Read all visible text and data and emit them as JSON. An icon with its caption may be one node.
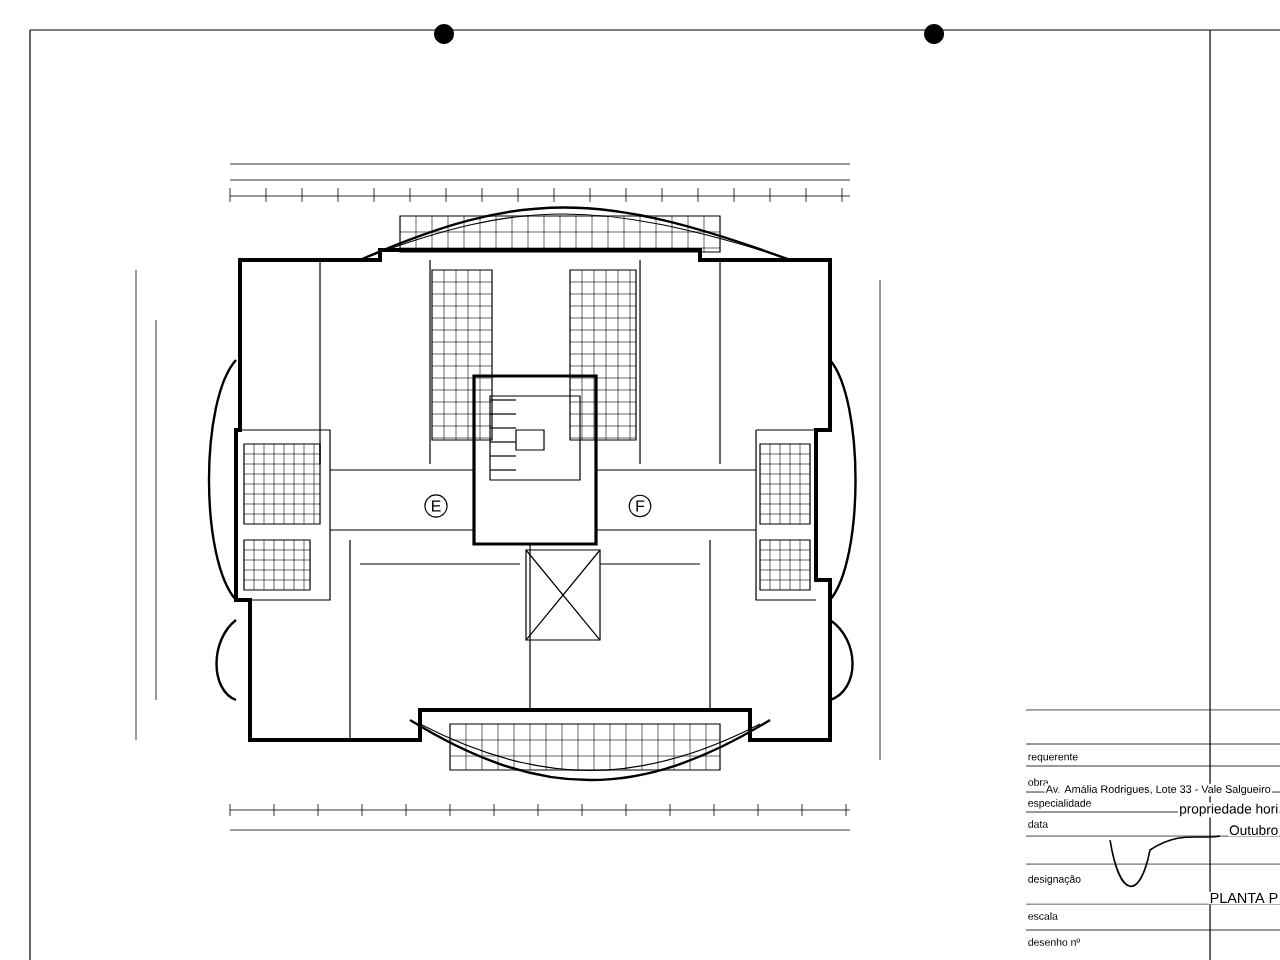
{
  "diagram": {
    "labels": [
      "E",
      "F",
      "requerente",
      "obra",
      "Av. Amália Rodrigues, Lote 33 - Vale Salgueiro",
      "especialidade",
      "propriedade hori",
      "data",
      "Outubro",
      "designação",
      "PLANTA P",
      "escala",
      "desenho nº"
    ]
  }
}
